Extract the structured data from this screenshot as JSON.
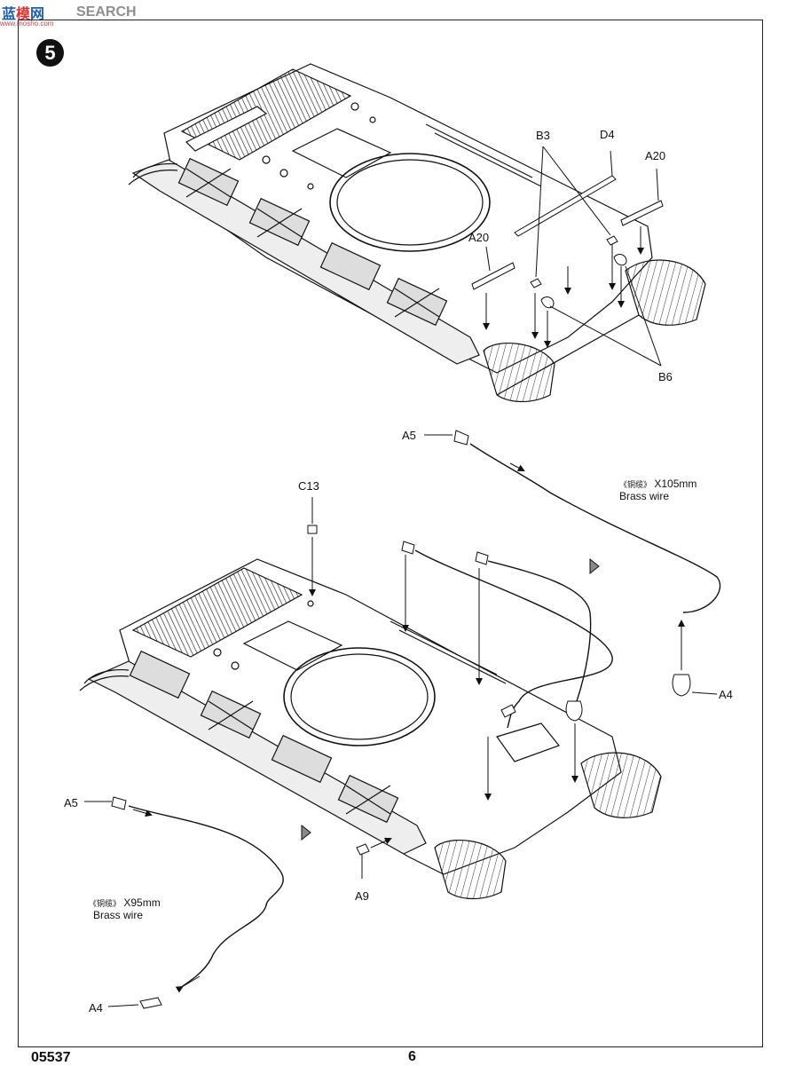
{
  "watermark": {
    "logo": "蓝",
    "logo2": "模",
    "logo3": "网",
    "text": "SEARCH",
    "url": "www.mosho.com"
  },
  "step_number": "5",
  "upper_assembly": {
    "labels": {
      "b3": "B3",
      "d4": "D4",
      "a20_right": "A20",
      "a20_left": "A20",
      "b6": "B6"
    }
  },
  "lower_assembly": {
    "labels": {
      "a5_top": "A5",
      "c13": "C13",
      "a4_right": "A4",
      "a5_left": "A5",
      "a9": "A9",
      "a4_left": "A4"
    },
    "wire_long": {
      "chinese": "《铜缆》",
      "length": "X105mm",
      "material": "Brass wire"
    },
    "wire_short": {
      "chinese": "《铜缆》",
      "length": "X95mm",
      "material": "Brass wire"
    }
  },
  "footer": {
    "catalog_number": "05537",
    "page_number": "6"
  }
}
